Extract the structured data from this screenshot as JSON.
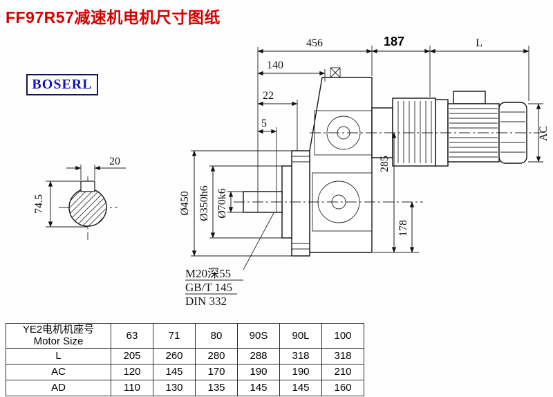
{
  "title": "FF97R57减速机电机尺寸图纸",
  "brand": "BOSERL",
  "drawing": {
    "dims": {
      "d456": "456",
      "d187": "187",
      "dL": "L",
      "d140": "140",
      "d22": "22",
      "d5": "5",
      "d20": "20",
      "d74_5": "74.5",
      "d450": "Ø450",
      "d350": "Ø350h6",
      "d70": "Ø70k6",
      "d285": "285",
      "d178": "178",
      "dAC": "AC"
    },
    "notes": [
      "M20深55",
      "GB/T 145",
      "DIN 332"
    ]
  },
  "table": {
    "size_label_cn": "YE2电机机座号",
    "size_label_en": "Motor Size",
    "sizes": [
      "63",
      "71",
      "80",
      "90S",
      "90L",
      "100"
    ],
    "rows": [
      {
        "label": "L",
        "values": [
          "205",
          "260",
          "280",
          "288",
          "318",
          "318"
        ]
      },
      {
        "label": "AC",
        "values": [
          "120",
          "145",
          "170",
          "190",
          "190",
          "210"
        ]
      },
      {
        "label": "AD",
        "values": [
          "110",
          "130",
          "135",
          "145",
          "145",
          "160"
        ]
      }
    ]
  }
}
